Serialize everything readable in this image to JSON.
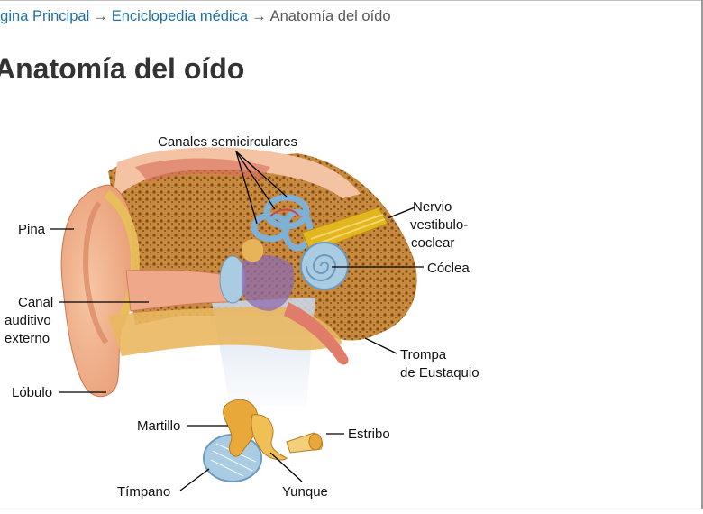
{
  "breadcrumb": {
    "home": "ágina Principal",
    "separator_1": "→",
    "encyclopedia": "Enciclopedia médica",
    "separator_2": "→",
    "current": "Anatomía del oído"
  },
  "page": {
    "title": "Anatomía del oído"
  },
  "figure": {
    "labels": {
      "canales": "Canales semicirculares",
      "nervio_1": "Nervio",
      "nervio_2": "vestibulo-",
      "nervio_3": "coclear",
      "coclea": "Cóclea",
      "trompa_1": "Trompa",
      "trompa_2": "de Eustaquio",
      "pina": "Pina",
      "canal_1": "Canal",
      "canal_2": "auditivo",
      "canal_3": "externo",
      "lobulo": "Lóbulo",
      "martillo": "Martillo",
      "estribo": "Estribo",
      "timpano": "Tímpano",
      "yunque": "Yunque"
    }
  },
  "colors": {
    "link": "#1f6fa3",
    "title": "#333333",
    "skin": "#f2b48f",
    "bone": "#c98a3d",
    "cochlea": "#a9cce3",
    "nerve": "#e3b51e"
  }
}
